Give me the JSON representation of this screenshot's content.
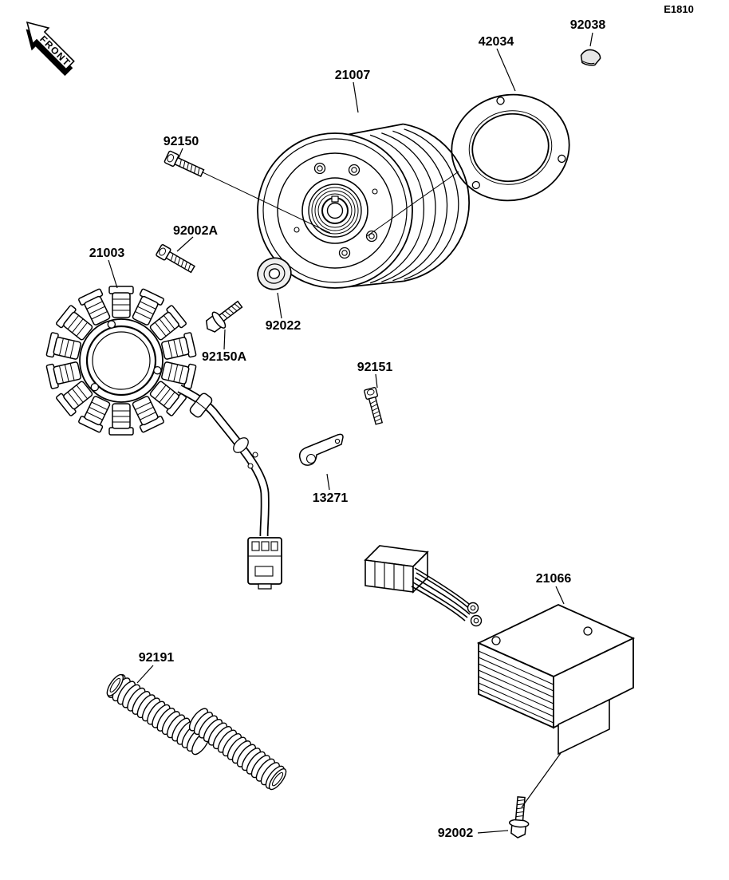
{
  "diagram_code": "E1810",
  "front_marker": "FRONT",
  "part_labels": {
    "p21007": "21007",
    "p42034": "42034",
    "p92038": "92038",
    "p92150": "92150",
    "p92002a": "92002A",
    "p21003": "21003",
    "p92022": "92022",
    "p92150a": "92150A",
    "p92151": "92151",
    "p13271": "13271",
    "p21066": "21066",
    "p92191": "92191",
    "p92002": "92002"
  },
  "colors": {
    "line": "#000000",
    "background": "#ffffff"
  }
}
